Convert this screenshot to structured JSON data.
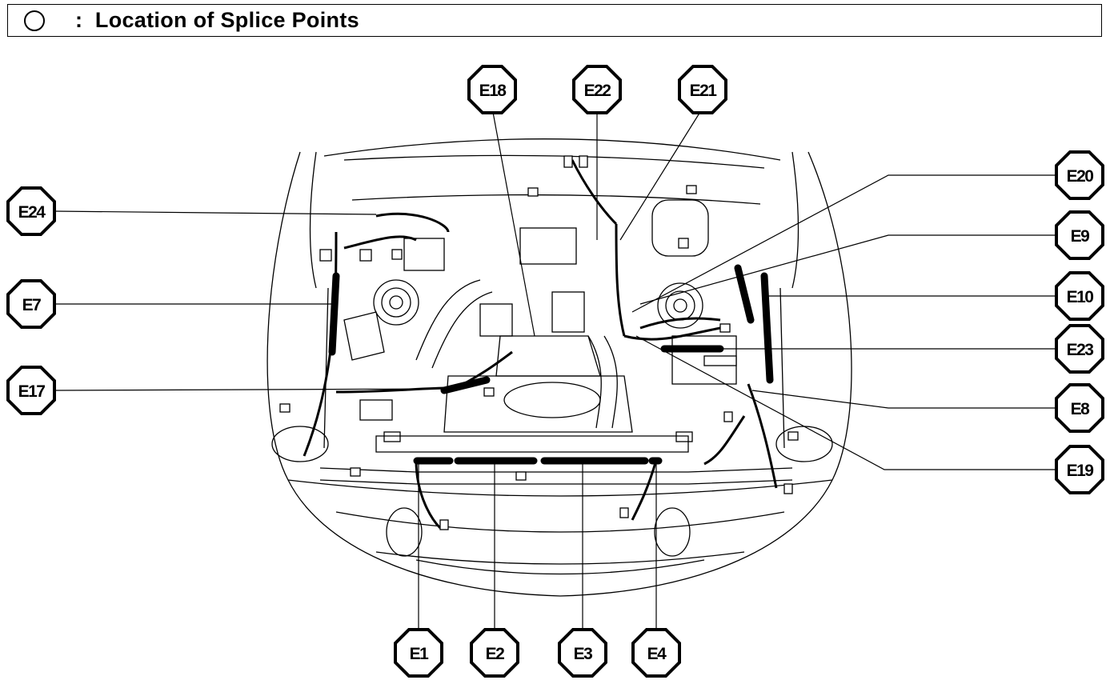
{
  "header": {
    "title": "Location of Splice Points",
    "separator": ":",
    "symbol_icon": "octagon-outline-icon"
  },
  "labels": {
    "E1": "E1",
    "E2": "E2",
    "E3": "E3",
    "E4": "E4",
    "E7": "E7",
    "E8": "E8",
    "E9": "E9",
    "E10": "E10",
    "E17": "E17",
    "E18": "E18",
    "E19": "E19",
    "E20": "E20",
    "E21": "E21",
    "E22": "E22",
    "E23": "E23",
    "E24": "E24"
  },
  "colors": {
    "ink": "#000000",
    "paper": "#ffffff"
  }
}
